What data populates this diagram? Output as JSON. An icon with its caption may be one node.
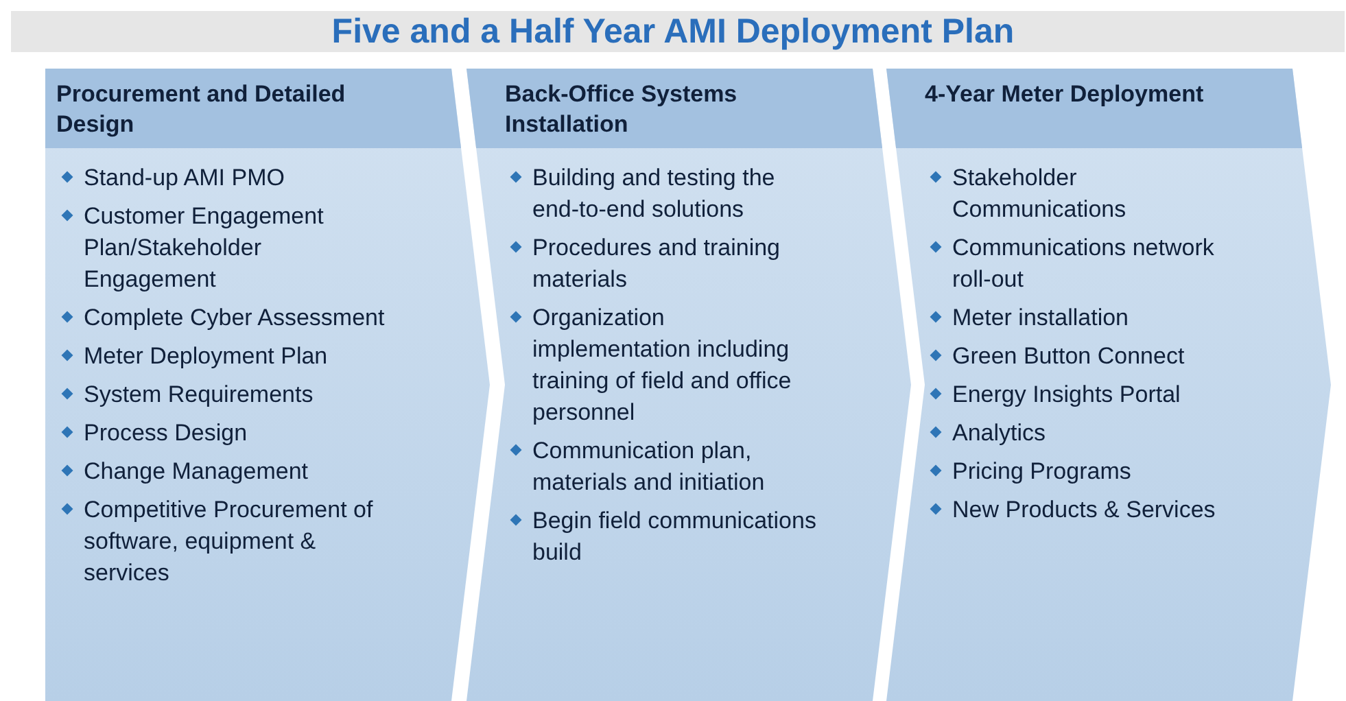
{
  "diagram": {
    "title": "Five and a Half Year AMI Deployment Plan",
    "nodes": [
      {
        "text": [
          "Procurement and Detailed Design",
          "Stand-up AMI PMO",
          "Customer Engagement Plan/Stakeholder Engagement",
          "Complete Cyber Assessment",
          "Meter Deployment Plan",
          "System Requirements",
          "Process Design",
          "Change Management",
          "Competitive Procurement of software, equipment & services"
        ]
      },
      {
        "text": [
          "Back-Office Systems Installation",
          "Building and testing the end-to-end solutions",
          "Procedures and training materials",
          "Organization implementation including training of field and office personnel",
          "Communication plan, materials and initiation",
          "Begin field communications build"
        ]
      },
      {
        "text": [
          "4-Year Meter Deployment",
          "Stakeholder Communications",
          "Communications network roll-out",
          "Meter installation",
          "Green Button Connect",
          "Energy Insights Portal",
          "Analytics",
          "Pricing Programs",
          "New Products & Services"
        ]
      }
    ],
    "edges": []
  }
}
